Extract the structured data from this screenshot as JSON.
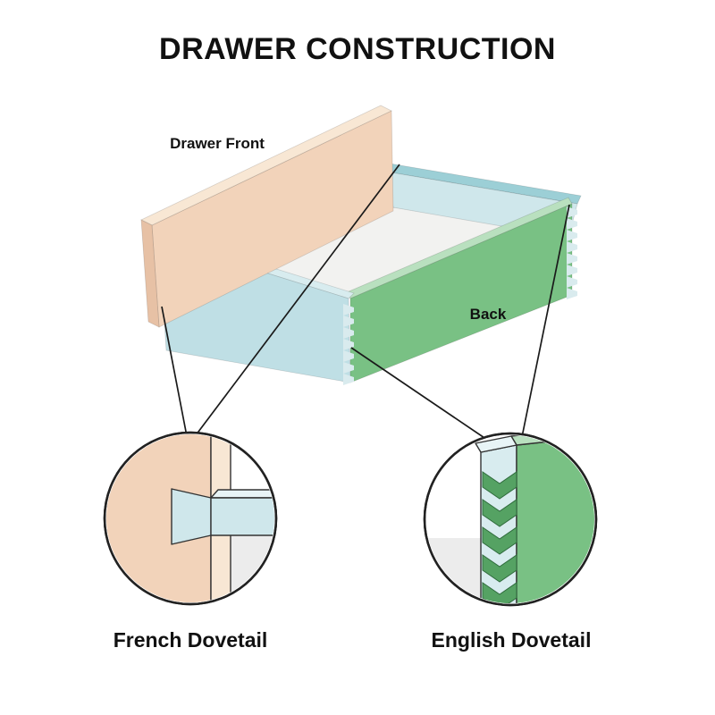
{
  "title": "DRAWER CONSTRUCTION",
  "labels": {
    "drawer_front": "Drawer Front",
    "back": "Back",
    "french_dovetail": "French Dovetail",
    "english_dovetail": "English Dovetail"
  },
  "colors": {
    "front_panel": "#f2d3ba",
    "front_panel_top": "#f8e7d4",
    "front_panel_edge": "#e7c1a5",
    "side_panel": "#bfdfe5",
    "side_panel_light": "#d8ecef",
    "side_panel_inner": "#cfe7eb",
    "side_panel_rim": "#9ccfd6",
    "back_panel": "#79c184",
    "back_panel_top": "#b9e0bf",
    "floor": "#f2f2f0",
    "teeth": "#d9ebee",
    "board": "#cfe7eb",
    "board_top": "#e8f4f6",
    "chevron": "#55a263",
    "chevron_edge": "#2f6b3c",
    "shadow_gray": "#ececec",
    "ink": "#1a1a1a"
  }
}
